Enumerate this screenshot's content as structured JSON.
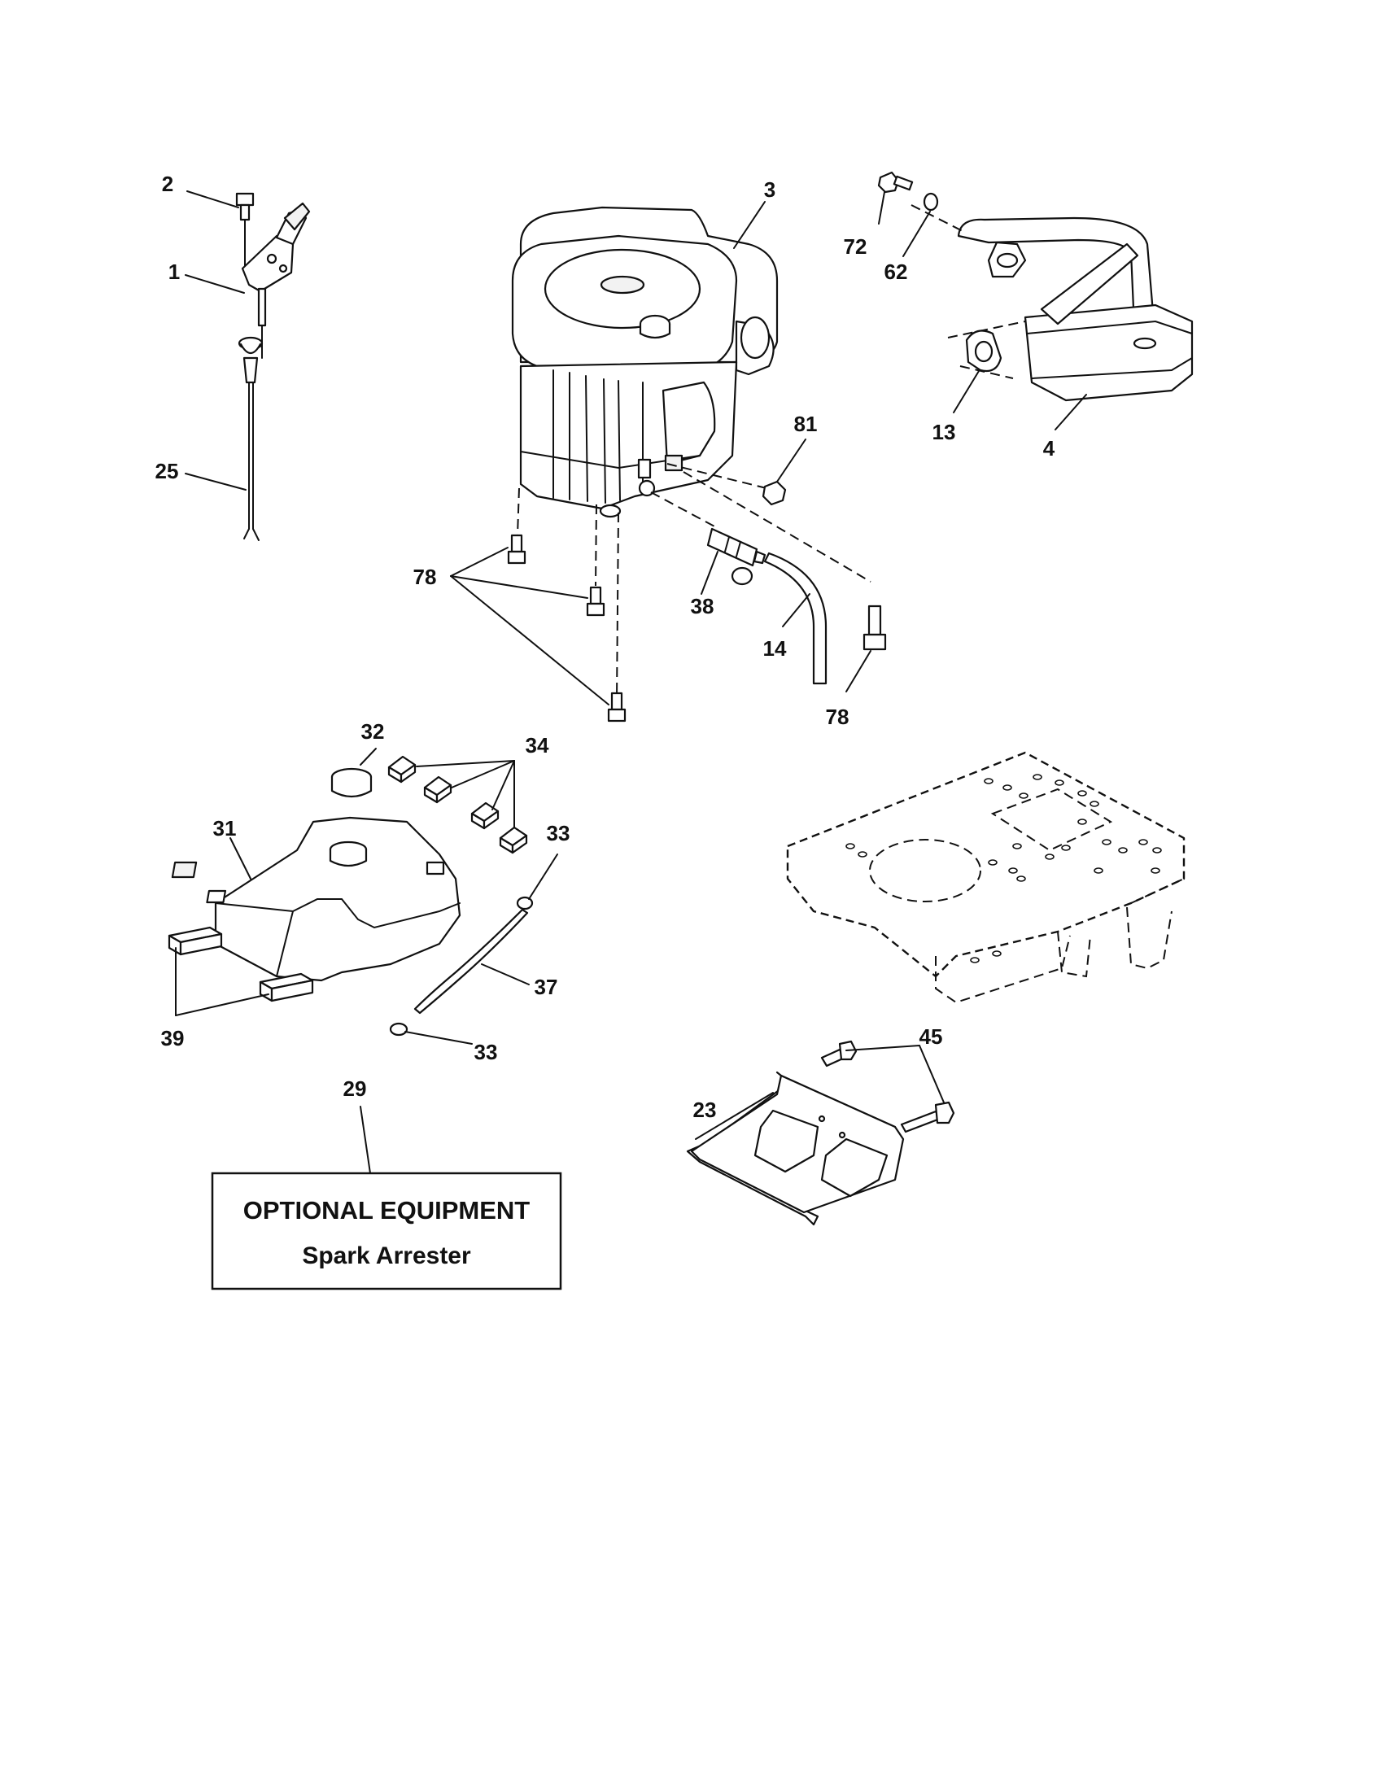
{
  "callouts": {
    "c1": "1",
    "c2": "2",
    "c3": "3",
    "c4": "4",
    "c13": "13",
    "c14": "14",
    "c23": "23",
    "c25": "25",
    "c29": "29",
    "c31": "31",
    "c32": "32",
    "c33a": "33",
    "c33b": "33",
    "c34": "34",
    "c37": "37",
    "c38": "38",
    "c39": "39",
    "c45": "45",
    "c62": "62",
    "c72": "72",
    "c78a": "78",
    "c78b": "78",
    "c81": "81"
  },
  "optional_box": {
    "title": "OPTIONAL EQUIPMENT",
    "subtitle": "Spark Arrester"
  },
  "icons": {
    "throttle-control": "throttle-lever-icon",
    "engine": "engine-icon",
    "muffler": "muffler-icon",
    "dipstick": "dipstick-icon",
    "fuel-tank": "fuel-tank-icon",
    "frame": "chassis-frame-icon",
    "heat-shield": "heat-shield-icon"
  }
}
